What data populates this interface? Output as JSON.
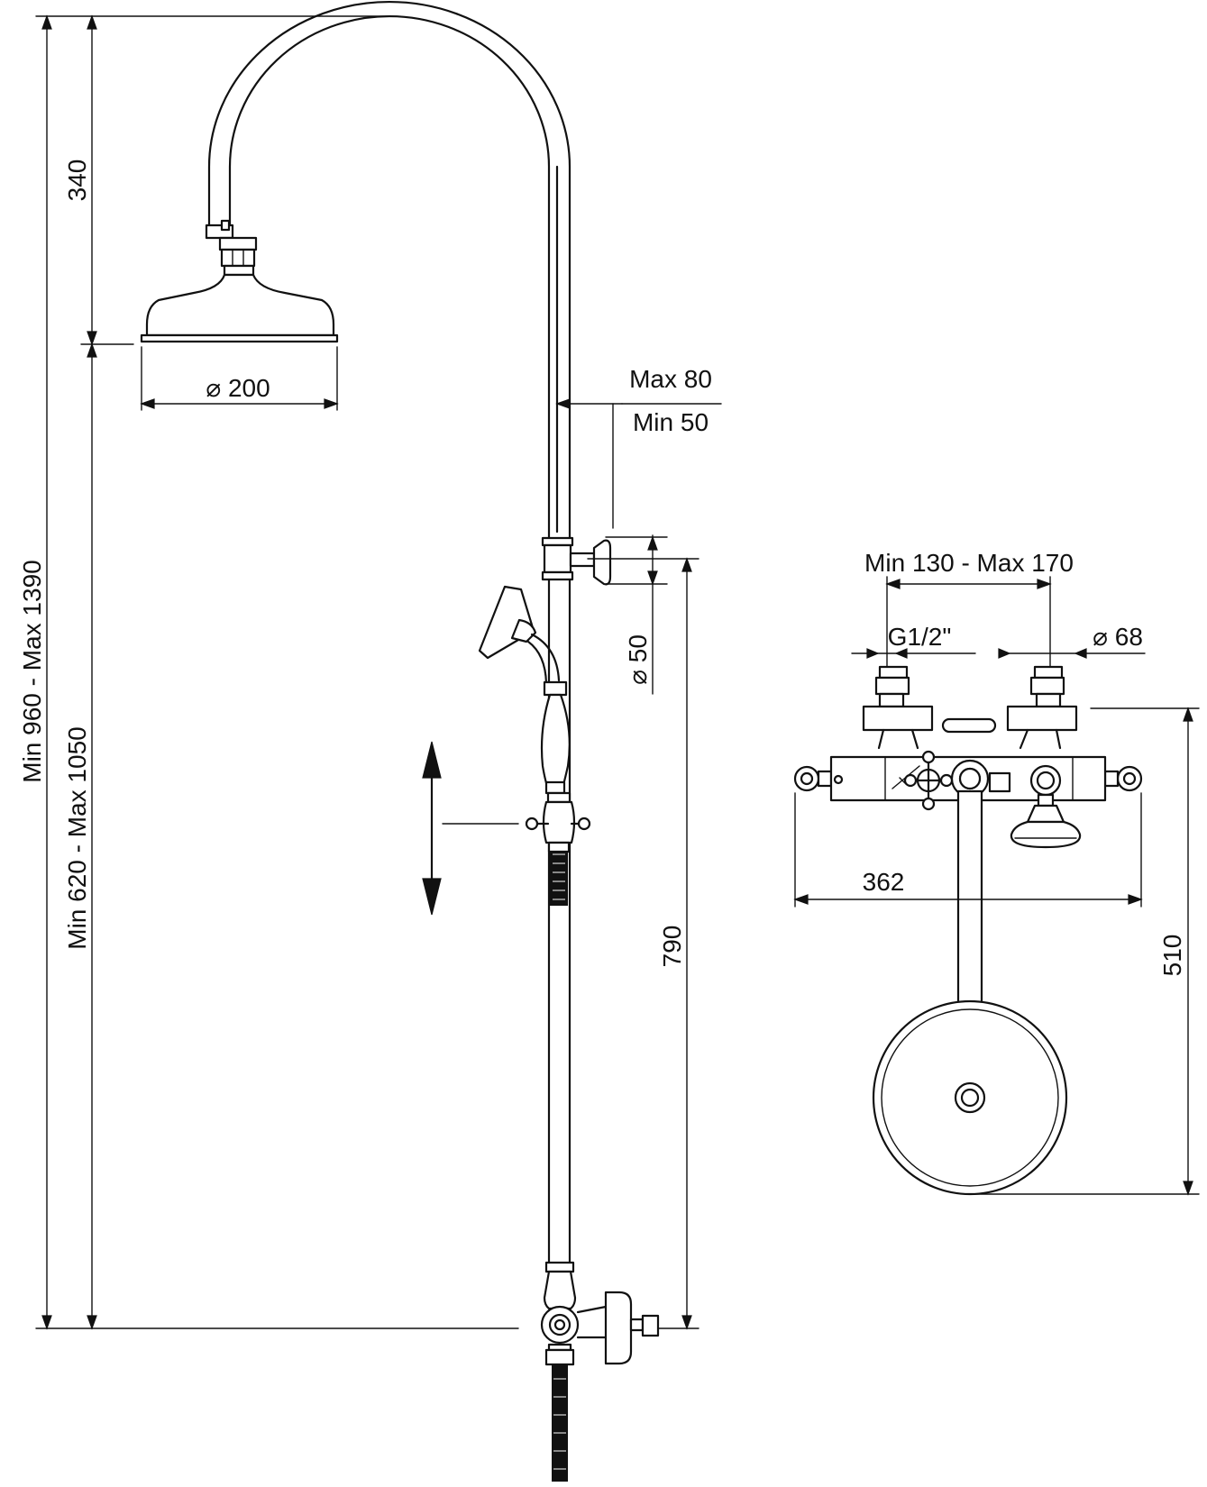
{
  "dimensions": {
    "head_height": "340",
    "overall_height": "Min 960 - Max 1390",
    "bar_height": "Min 620 - Max 1050",
    "head_diameter": "⌀ 200",
    "wall_distance_max": "Max 80",
    "wall_distance_min": "Min 50",
    "bracket_diameter": "⌀ 50",
    "slide_bar_height": "790",
    "inlet_spacing": "Min 130 - Max 170",
    "inlet_thread": "G1/2\"",
    "flange_diameter": "⌀ 68",
    "mixer_width": "362",
    "rear_height": "510"
  },
  "icons": {
    "slide_arrow": "double-arrow-vertical-icon"
  },
  "colors": {
    "line": "#111111",
    "background": "#ffffff"
  }
}
